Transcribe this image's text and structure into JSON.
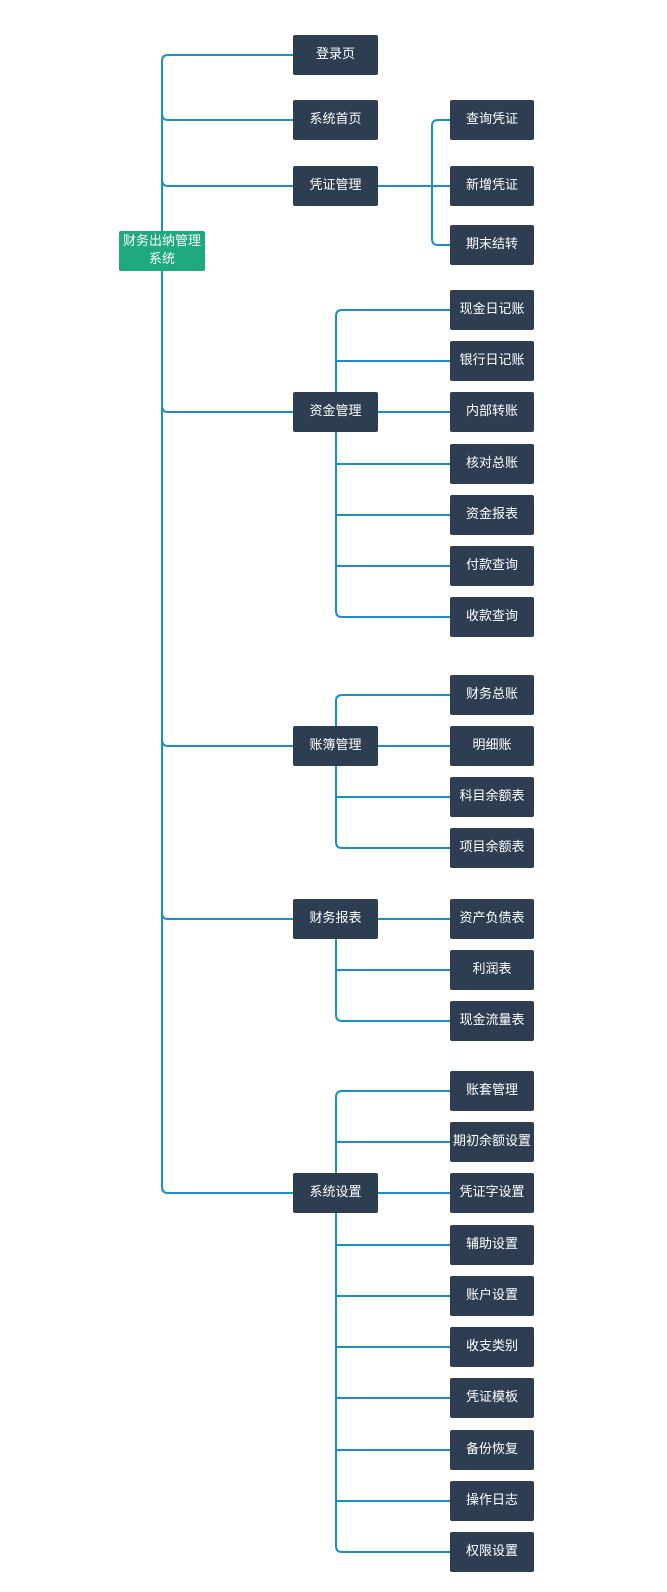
{
  "colors": {
    "line": "#1a8fc9",
    "node": "#2e3e52",
    "root": "#1fa97e",
    "text": "#ffffff"
  },
  "root": {
    "label": "财务出纳管理系统"
  },
  "branches": [
    {
      "label": "登录页",
      "children": []
    },
    {
      "label": "系统首页",
      "children": []
    },
    {
      "label": "凭证管理",
      "children": [
        "查询凭证",
        "新增凭证",
        "期末结转"
      ]
    },
    {
      "label": "资金管理",
      "children": [
        "现金日记账",
        "银行日记账",
        "内部转账",
        "核对总账",
        "资金报表",
        "付款查询",
        "收款查询"
      ]
    },
    {
      "label": "账簿管理",
      "children": [
        "财务总账",
        "明细账",
        "科目余额表",
        "项目余额表"
      ]
    },
    {
      "label": "财务报表",
      "children": [
        "资产负债表",
        "利润表",
        "现金流量表"
      ]
    },
    {
      "label": "系统设置",
      "children": [
        "账套管理",
        "期初余额设置",
        "凭证字设置",
        "辅助设置",
        "账户设置",
        "收支类别",
        "凭证模板",
        "备份恢复",
        "操作日志",
        "权限设置"
      ]
    }
  ]
}
